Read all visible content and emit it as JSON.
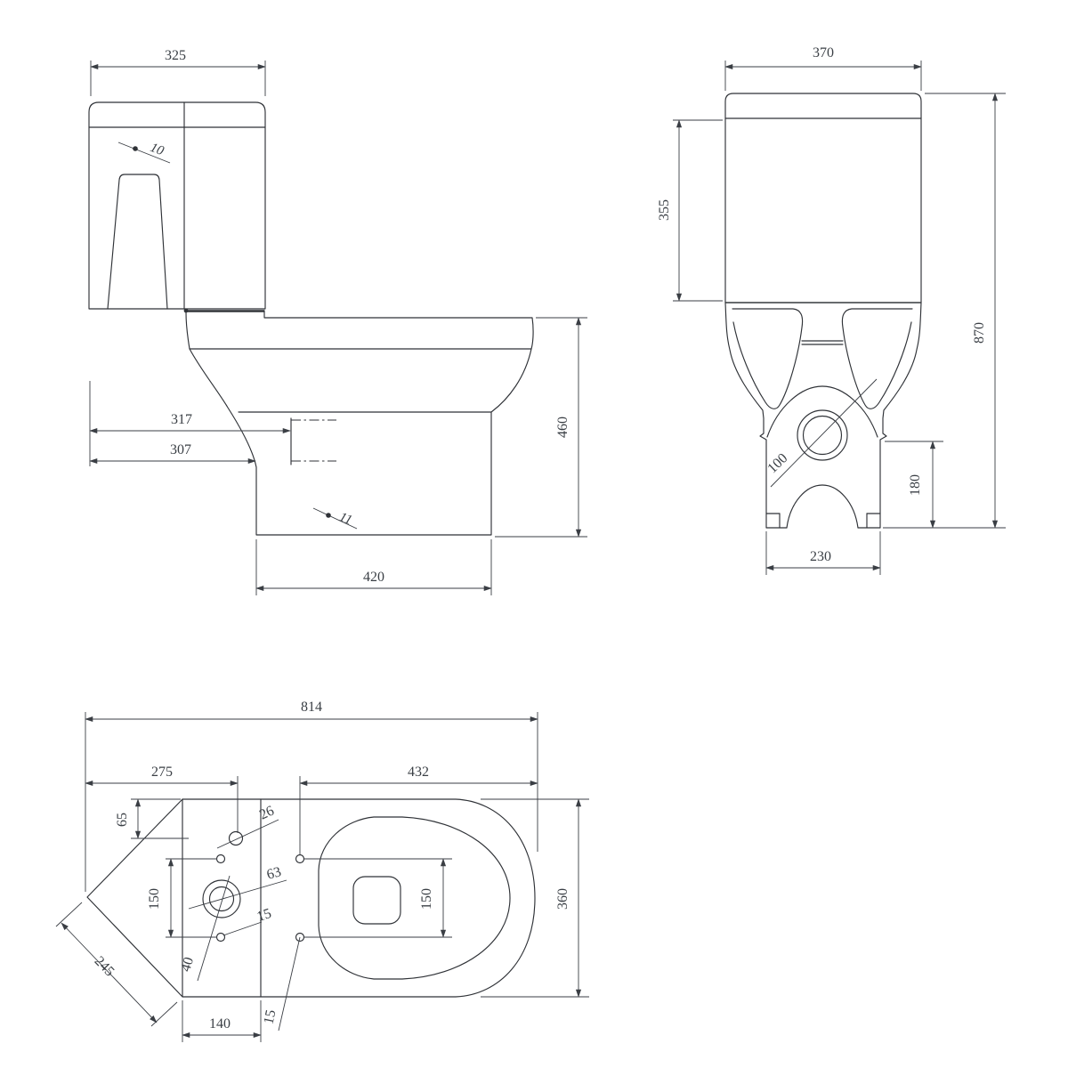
{
  "drawing": {
    "colors": {
      "line": "#2f3237",
      "text": "#3b4046",
      "background": "#ffffff"
    },
    "views": {
      "side": {
        "dims": {
          "cistern_width": "325",
          "trip_lever_hole": "10",
          "water_inlet_height": "317",
          "outlet_center_height": "307",
          "seat_height": "460",
          "side_fixing_hole": "11",
          "base_depth": "420"
        }
      },
      "front": {
        "dims": {
          "cistern_width": "370",
          "cistern_height": "355",
          "overall_height": "870",
          "outlet_diameter": "100",
          "outlet_height": "180",
          "base_width": "230"
        }
      },
      "plan": {
        "dims": {
          "overall_depth": "814",
          "corner_to_hinge_hole": "275",
          "hinge_hole_to_front": "432",
          "top_edge_to_hole": "65",
          "hinge_hole_diameter": "26",
          "fixing_hole_spacing_left": "150",
          "flush_outer_diameter": "63",
          "fixing_hole_diameter": "15",
          "flush_inner_diameter": "40",
          "corner_edge_length": "245",
          "cistern_front_depth": "140",
          "seat_hole_diameter": "15",
          "seat_hole_spacing": "150",
          "bowl_width": "360"
        }
      }
    }
  }
}
